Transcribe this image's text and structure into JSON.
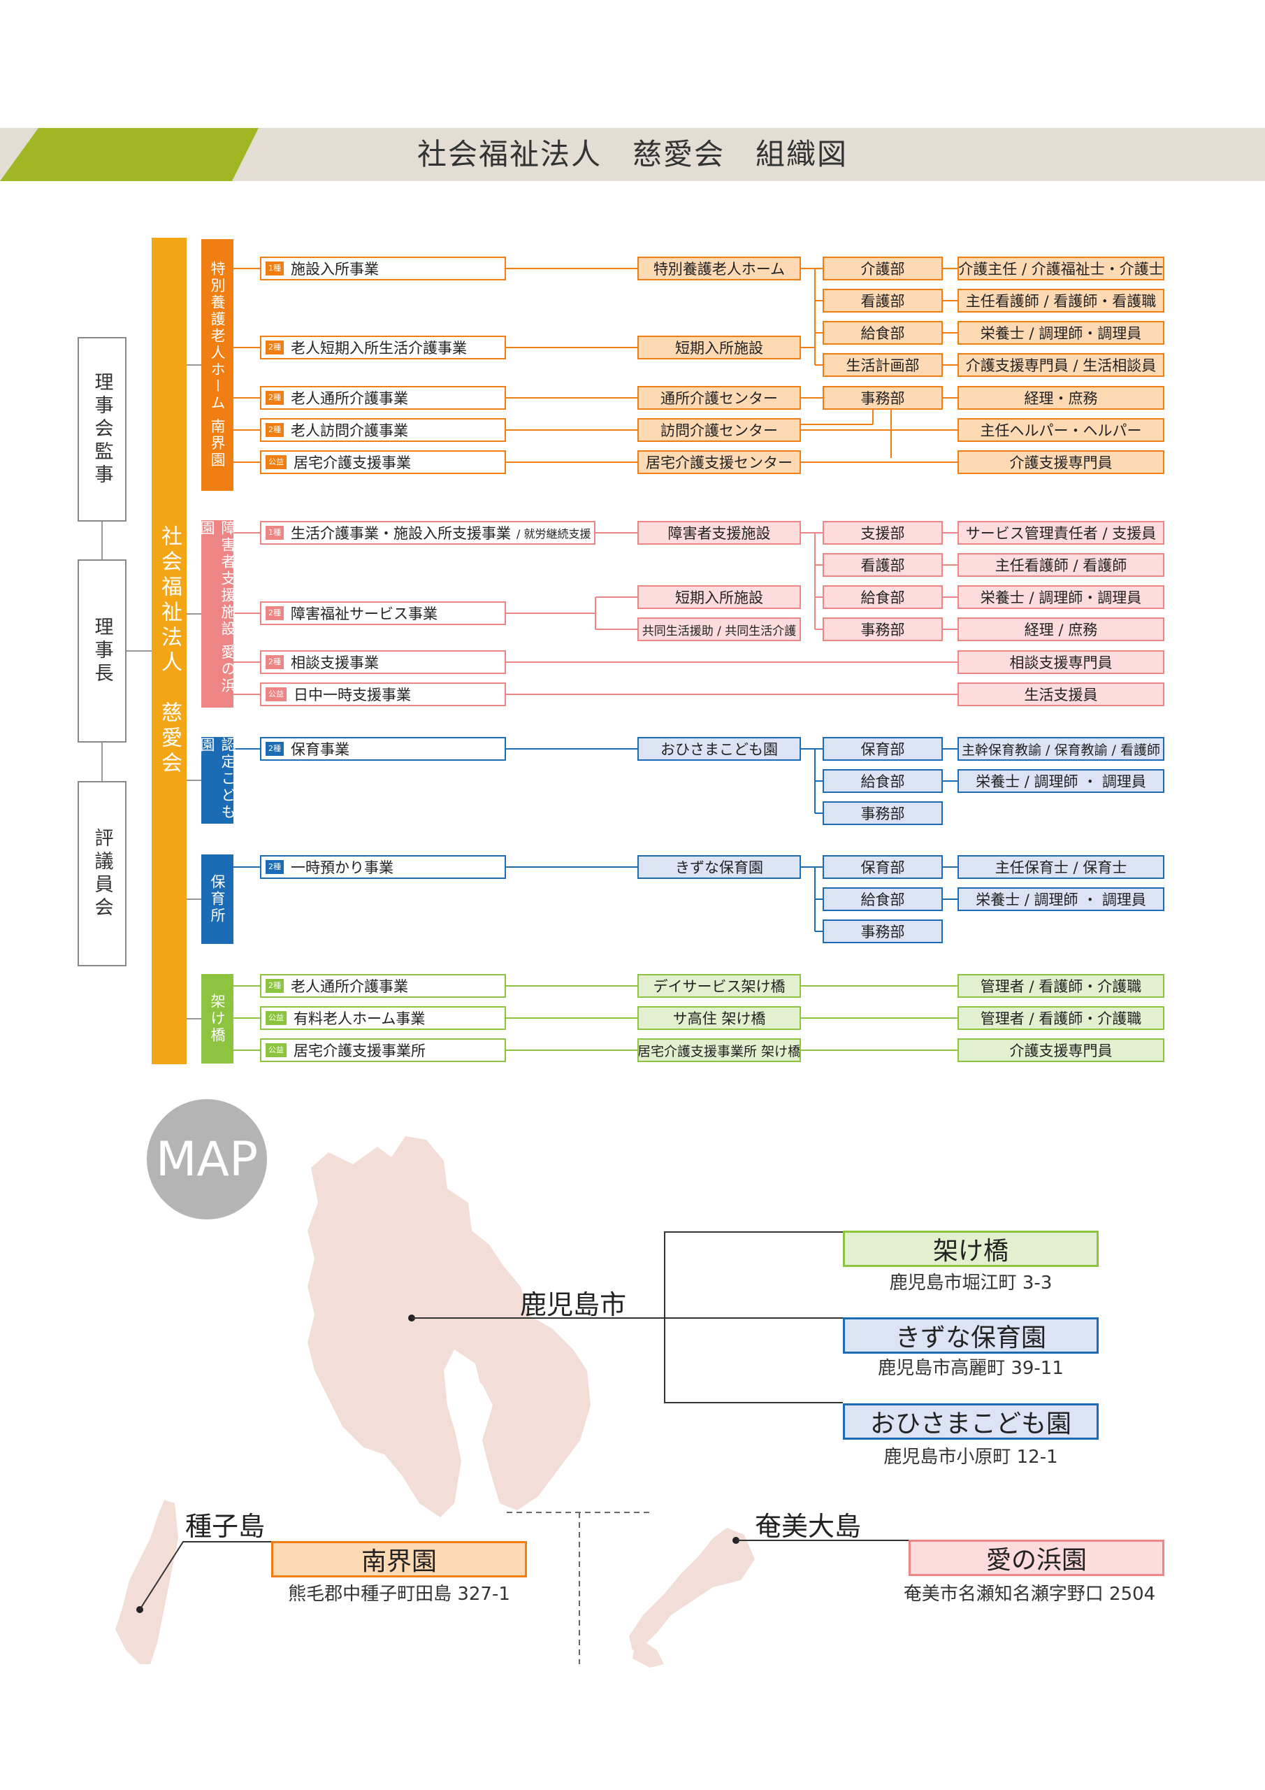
{
  "title": "社会福祉法人　慈愛会　組織図",
  "colors": {
    "orange": "#f07e12",
    "orange_fill": "#fdd9b4",
    "pink": "#ee8585",
    "pink_fill": "#fcdcdc",
    "blue": "#1b6cb4",
    "blue_fill": "#dbe3f5",
    "green": "#8cc43f",
    "green_fill": "#e3f0cf",
    "trunk": "#f3a515"
  },
  "governance": [
    "理事会監事",
    "理事長",
    "評議員会"
  ],
  "trunk_label": "社会福祉法人　慈愛会",
  "groups": [
    {
      "label": "特別養護老人ホーム 南界園",
      "color": "orange",
      "rows": [
        {
          "badge": "1種",
          "business": "施設入所事業",
          "facility": "特別養護老人ホーム",
          "dept": "介護部",
          "staff": "介護主任 / 介護福祉士・介護士"
        },
        {
          "dept": "看護部",
          "staff": "主任看護師 / 看護師・看護職"
        },
        {
          "badge": "2種",
          "business": "老人短期入所生活介護事業",
          "facility": "短期入所施設",
          "dept": "給食部",
          "staff": "栄養士 / 調理師・調理員"
        },
        {
          "dept": "生活計画部",
          "staff": "介護支援専門員 / 生活相談員"
        },
        {
          "badge": "2種",
          "business": "老人通所介護事業",
          "facility": "通所介護センター",
          "dept": "事務部",
          "staff": "経理・庶務"
        },
        {
          "badge": "2種",
          "business": "老人訪問介護事業",
          "facility": "訪問介護センター",
          "staff": "主任ヘルパー・ヘルパー"
        },
        {
          "badge": "公益",
          "business": "居宅介護支援事業",
          "facility": "居宅介護支援センター",
          "staff": "介護支援専門員"
        }
      ]
    },
    {
      "label": "障害者支援施設 愛の浜園",
      "color": "pink",
      "rows": [
        {
          "badge": "1種",
          "business": "生活介護事業・施設入所支援事業",
          "note": "/ 就労継続支援",
          "facility": "障害者支援施設",
          "dept": "支援部",
          "staff": "サービス管理責任者 / 支援員"
        },
        {
          "dept": "看護部",
          "staff": "主任看護師 / 看護師"
        },
        {
          "facility": "短期入所施設",
          "dept": "給食部",
          "staff": "栄養士 / 調理師・調理員"
        },
        {
          "badge": "2種",
          "business": "障害福祉サービス事業",
          "facility": "共同生活援助 / 共同生活介護",
          "dept": "事務部",
          "staff": "経理 / 庶務"
        },
        {
          "badge": "2種",
          "business": "相談支援事業",
          "staff": "相談支援専門員"
        },
        {
          "badge": "公益",
          "business": "日中一時支援事業",
          "staff": "生活支援員"
        }
      ]
    },
    {
      "label": "認定こども園",
      "color": "blue",
      "rows": [
        {
          "badge": "2種",
          "business": "保育事業",
          "facility": "おひさまこども園",
          "dept": "保育部",
          "staff": "主幹保育教諭 / 保育教諭 / 看護師"
        },
        {
          "dept": "給食部",
          "staff": "栄養士 / 調理師 ・ 調理員"
        },
        {
          "dept": "事務部"
        }
      ]
    },
    {
      "label": "保育所",
      "color": "blue",
      "rows": [
        {
          "badge": "2種",
          "business": "一時預かり事業",
          "facility": "きずな保育園",
          "dept": "保育部",
          "staff": "主任保育士 / 保育士"
        },
        {
          "dept": "給食部",
          "staff": "栄養士 / 調理師 ・ 調理員"
        },
        {
          "dept": "事務部"
        }
      ]
    },
    {
      "label": "架け橋",
      "color": "green",
      "rows": [
        {
          "badge": "2種",
          "business": "老人通所介護事業",
          "facility": "デイサービス架け橋",
          "staff": "管理者 / 看護師・介護職"
        },
        {
          "badge": "公益",
          "business": "有料老人ホーム事業",
          "facility": "サ高住 架け橋",
          "staff": "管理者 / 看護師・介護職"
        },
        {
          "badge": "公益",
          "business": "居宅介護支援事業所",
          "facility": "居宅介護支援事業所 架け橋",
          "staff": "介護支援専門員"
        }
      ]
    }
  ],
  "map": {
    "badge": "MAP",
    "kagoshima": {
      "place": "鹿児島市",
      "facilities": [
        {
          "name": "架け橋",
          "address": "鹿児島市堀江町 3-3",
          "color": "green"
        },
        {
          "name": "きずな保育園",
          "address": "鹿児島市高麗町 39-11",
          "color": "blue"
        },
        {
          "name": "おひさまこども園",
          "address": "鹿児島市小原町 12-1",
          "color": "blue"
        }
      ]
    },
    "tanegashima": {
      "place": "種子島",
      "name": "南界園",
      "address": "熊毛郡中種子町田島 327-1",
      "color": "orange"
    },
    "amami": {
      "place": "奄美大島",
      "name": "愛の浜園",
      "address": "奄美市名瀬知名瀬字野口 2504",
      "color": "pink"
    }
  }
}
